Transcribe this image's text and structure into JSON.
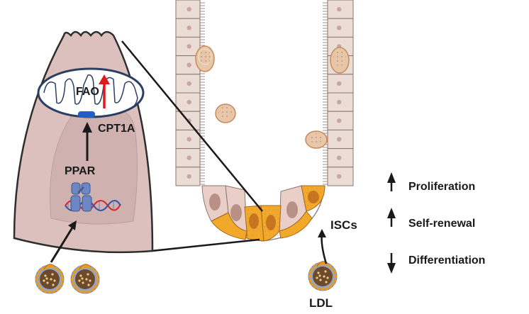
{
  "labels": {
    "fao": "FAO",
    "cpt1a": "CPT1A",
    "ppar": "PPAR",
    "iscs": "ISCs",
    "ldl": "LDL"
  },
  "outcomes": [
    {
      "label": "Proliferation",
      "direction": "up"
    },
    {
      "label": "Self-renewal",
      "direction": "up"
    },
    {
      "label": "Differentiation",
      "direction": "down"
    }
  ],
  "colors": {
    "cell_body": "#dcc0bd",
    "nucleus": "#cfb2b0",
    "mito_membrane": "#2b3f63",
    "cpt1a_marker": "#1f5fc8",
    "increase_arrow": "#e0191c",
    "isc_fill": "#f2a92a",
    "villus_cell": "#ecdcd6",
    "dna_red": "#d9262b",
    "dna_blue": "#2f56a8"
  },
  "icons": {
    "fao_trend": "red-up-arrow-icon",
    "transcription_factor": "ppar-dna-binding-icon",
    "lipoprotein": "ldl-particle-icon"
  }
}
